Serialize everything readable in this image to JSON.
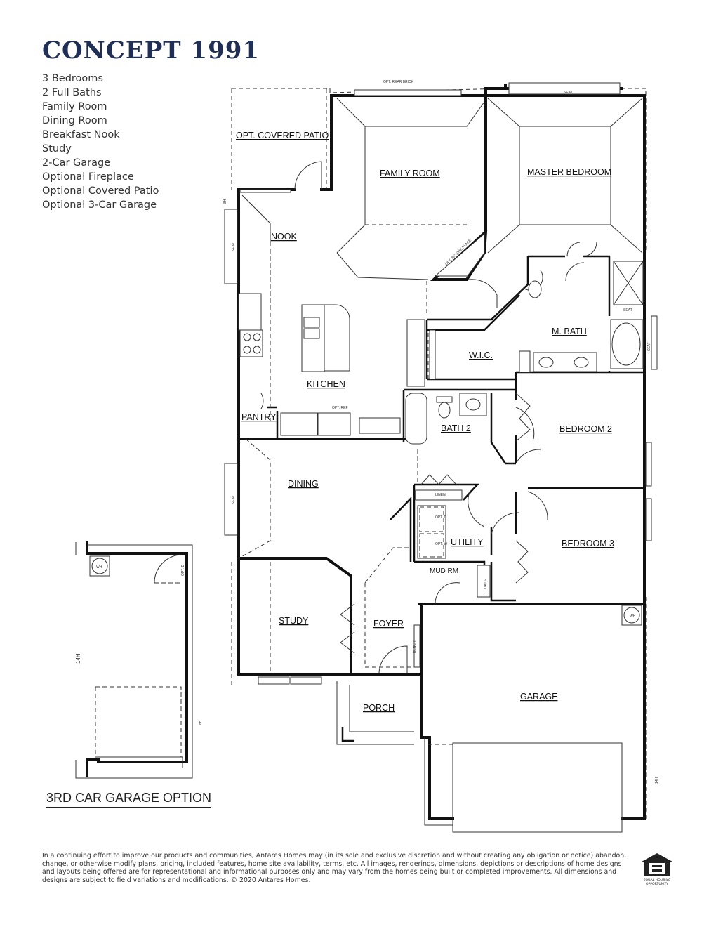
{
  "header": {
    "title": "CONCEPT 1991",
    "features": [
      "3 Bedrooms",
      "2 Full Baths",
      "Family Room",
      "Dining Room",
      "Breakfast Nook",
      "Study",
      "2-Car Garage",
      "Optional Fireplace",
      "Optional Covered Patio",
      "Optional 3-Car Garage"
    ]
  },
  "rooms": {
    "covered_patio": "OPT. COVERED PATIO",
    "family_room": "FAMILY ROOM",
    "master_bedroom": "MASTER BEDROOM",
    "nook": "NOOK",
    "kitchen": "KITCHEN",
    "wic": "W.I.C.",
    "master_bath": "M. BATH",
    "pantry": "PANTRY",
    "bath2": "BATH 2",
    "bedroom2": "BEDROOM 2",
    "dining": "DINING",
    "utility": "UTILITY",
    "bedroom3": "BEDROOM 3",
    "mud_room": "MUD RM",
    "study": "STUDY",
    "foyer": "FOYER",
    "garage": "GARAGE",
    "porch": "PORCH"
  },
  "small_labels": {
    "opt_rear_brick": "OPT. REAR BRICK",
    "seat": "SEAT",
    "linen": "LINEN",
    "wh": "WH",
    "coats": "COATS",
    "opt_fireplace": "OPT. 36\" FIRE PLACE",
    "opt_ref": "OPT. REF",
    "opt_d": "OPT. D",
    "opt_w": "OPT. W",
    "bench": "BENCH",
    "height_8": "8H",
    "height_14": "14H"
  },
  "garage_option": {
    "label": "3RD CAR GARAGE OPTION"
  },
  "footer": {
    "disclaimer": "In a continuing effort to improve our products and communities, Antares Homes may (in its sole and exclusive discretion and without creating any obligation or notice) abandon, change, or otherwise modify plans, pricing, included features, home site availability, terms, etc. All images, renderings, dimensions, depictions or descriptions of home designs and layouts being offered are for representational and informational purposes only and may vary from the homes being built or completed improvements. All dimensions and designs are subject to field variations and modifications. © 2020 Antares Homes.",
    "eho_line1": "EQUAL HOUSING",
    "eho_line2": "OPPORTUNITY"
  }
}
